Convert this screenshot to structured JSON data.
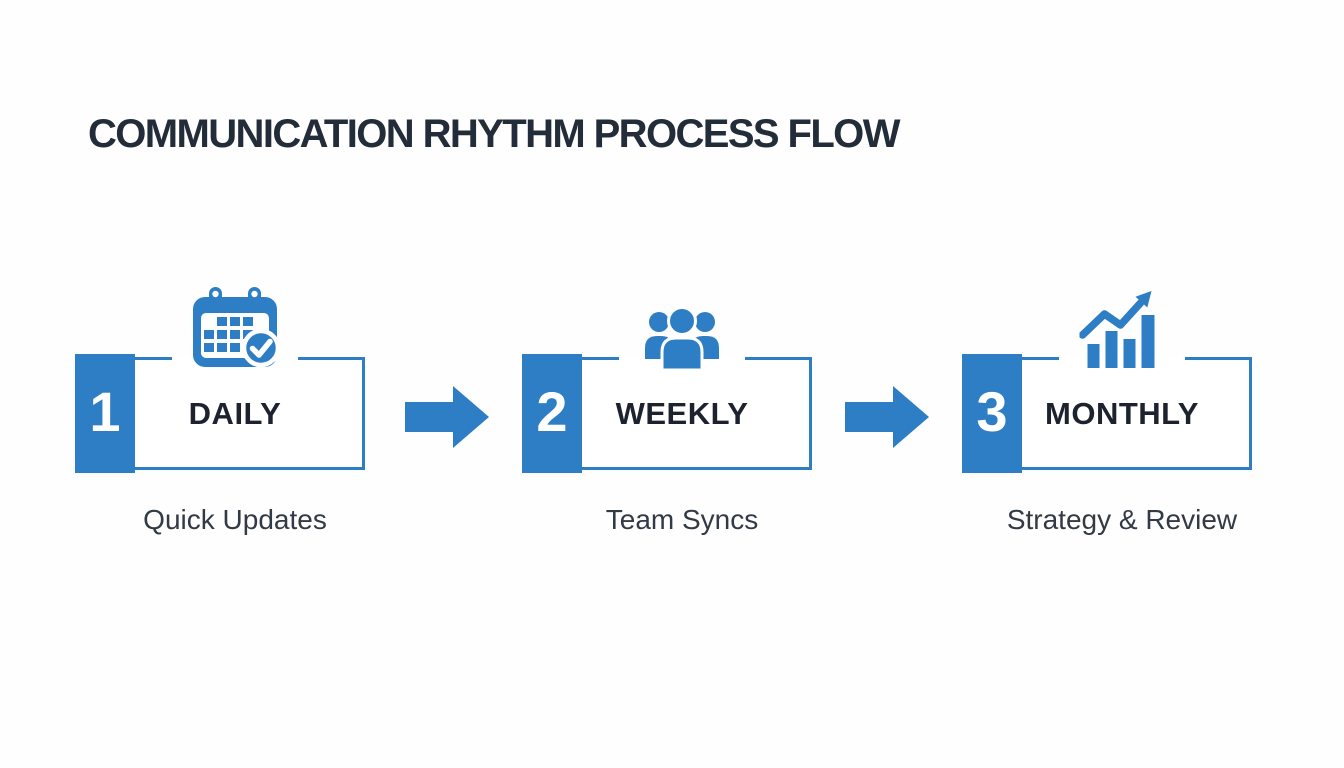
{
  "title": "COMMUNICATION RHYTHM PROCESS FLOW",
  "colors": {
    "primary_blue": "#2e7ec6",
    "title_text": "#232c39",
    "label_text": "#1c232e",
    "caption_text": "#323a46",
    "background": "#ffffff"
  },
  "steps": [
    {
      "number": "1",
      "label": "DAILY",
      "caption": "Quick Updates",
      "icon": "calendar-check-icon"
    },
    {
      "number": "2",
      "label": "WEEKLY",
      "caption": "Team Syncs",
      "icon": "team-group-icon"
    },
    {
      "number": "3",
      "label": "MONTHLY",
      "caption": "Strategy & Review",
      "icon": "growth-chart-icon"
    }
  ],
  "connectors": [
    {
      "type": "arrow-right"
    },
    {
      "type": "arrow-right"
    }
  ]
}
